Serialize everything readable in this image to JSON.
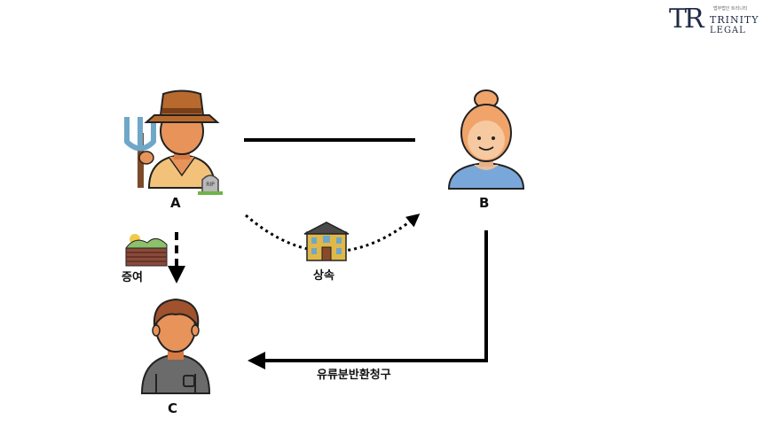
{
  "logo": {
    "mark": "TR",
    "subtitle": "법무법인 트리니티",
    "line1": "TRINITY",
    "line2": "LEGAL"
  },
  "nodes": {
    "a": {
      "label": "A",
      "icon": "farmer-icon"
    },
    "b": {
      "label": "B",
      "icon": "woman-icon"
    },
    "c": {
      "label": "C",
      "icon": "man-icon"
    }
  },
  "edges": {
    "inherit": {
      "label": "상속",
      "icon": "house-icon"
    },
    "gift": {
      "label": "증여",
      "icon": "farmland-icon"
    },
    "claim": {
      "label": "유류분반환청구"
    }
  },
  "colors": {
    "line": "#000000",
    "skin": "#e8935a",
    "hat": "#b86a2e",
    "fork": "#6fa7c9",
    "shirt_a": "#f2c27a",
    "shirt_b": "#7aa7d9",
    "hair_b": "#f0a46a",
    "hair_c": "#a0522d",
    "shirt_c": "#6b6b6b",
    "house": "#e0b84a",
    "field": "#8a4a3a"
  }
}
